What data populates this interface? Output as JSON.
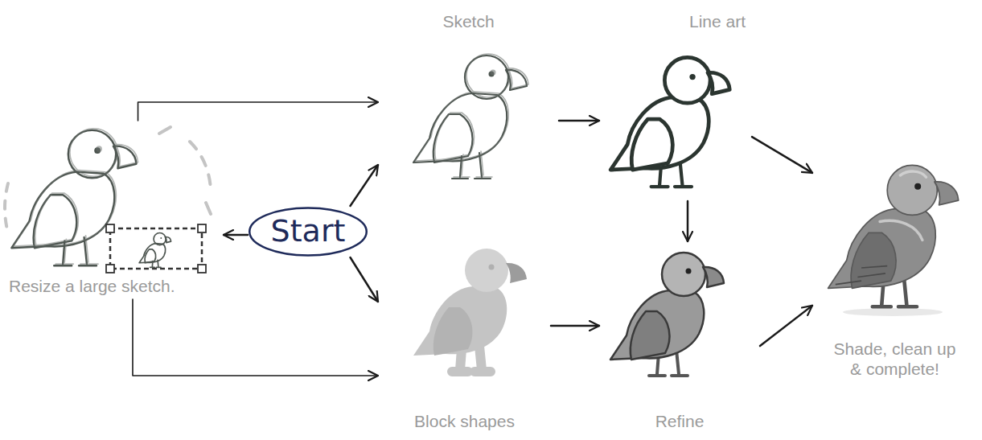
{
  "diagram": {
    "nodes": [
      {
        "text": [
          "Start"
        ]
      },
      {
        "text": [
          "Resize a large sketch."
        ]
      },
      {
        "text": [
          "Sketch"
        ]
      },
      {
        "text": [
          "Line art"
        ]
      },
      {
        "text": [
          "Block shapes"
        ]
      },
      {
        "text": [
          "Refine"
        ]
      },
      {
        "text": [
          "Shade, clean up & complete!"
        ]
      }
    ],
    "edges": [
      {
        "from": 0,
        "to": 1,
        "arrow": "to"
      },
      {
        "from": 0,
        "to": 2,
        "arrow": "to"
      },
      {
        "from": 0,
        "to": 4,
        "arrow": "to"
      },
      {
        "from": 1,
        "to": 2,
        "arrow": "to"
      },
      {
        "from": 1,
        "to": 4,
        "arrow": "to"
      },
      {
        "from": 2,
        "to": 3,
        "arrow": "to"
      },
      {
        "from": 3,
        "to": 5,
        "arrow": "to"
      },
      {
        "from": 3,
        "to": 6,
        "arrow": "to"
      },
      {
        "from": 4,
        "to": 5,
        "arrow": "to"
      },
      {
        "from": 5,
        "to": 6,
        "arrow": "to"
      }
    ]
  }
}
